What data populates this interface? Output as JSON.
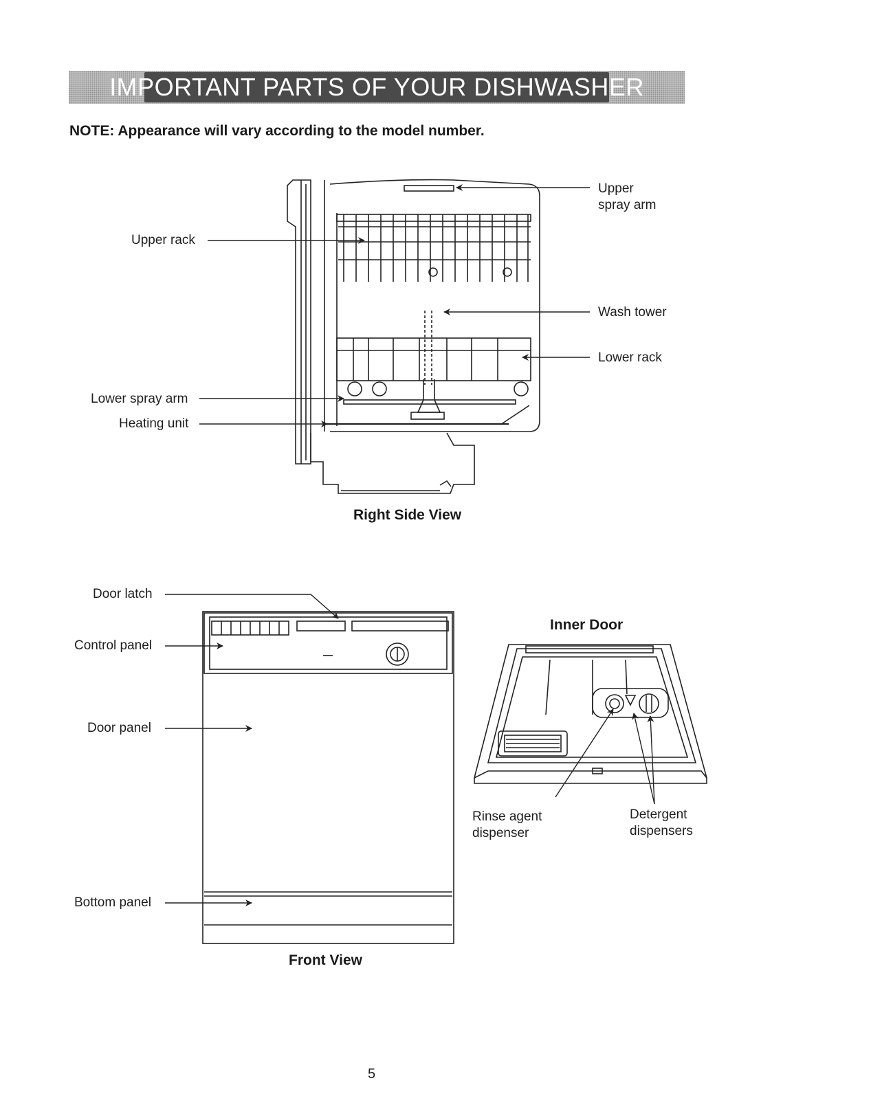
{
  "header": {
    "title": "IMPORTANT PARTS OF YOUR DISHWASHER"
  },
  "note": "NOTE: Appearance will vary according to the model number.",
  "side_view": {
    "caption": "Right Side View",
    "labels": {
      "upper_spray_arm_1": "Upper",
      "upper_spray_arm_2": "spray arm",
      "upper_rack": "Upper rack",
      "wash_tower": "Wash tower",
      "lower_rack": "Lower rack",
      "lower_spray_arm": "Lower spray arm",
      "heating_unit": "Heating unit"
    }
  },
  "front_view": {
    "caption": "Front View",
    "labels": {
      "door_latch": "Door latch",
      "control_panel": "Control panel",
      "door_panel": "Door panel",
      "bottom_panel": "Bottom panel"
    }
  },
  "inner_door": {
    "caption": "Inner Door",
    "labels": {
      "rinse_1": "Rinse agent",
      "rinse_2": "dispenser",
      "detergent_1": "Detergent",
      "detergent_2": "dispensers"
    }
  },
  "page_number": "5"
}
